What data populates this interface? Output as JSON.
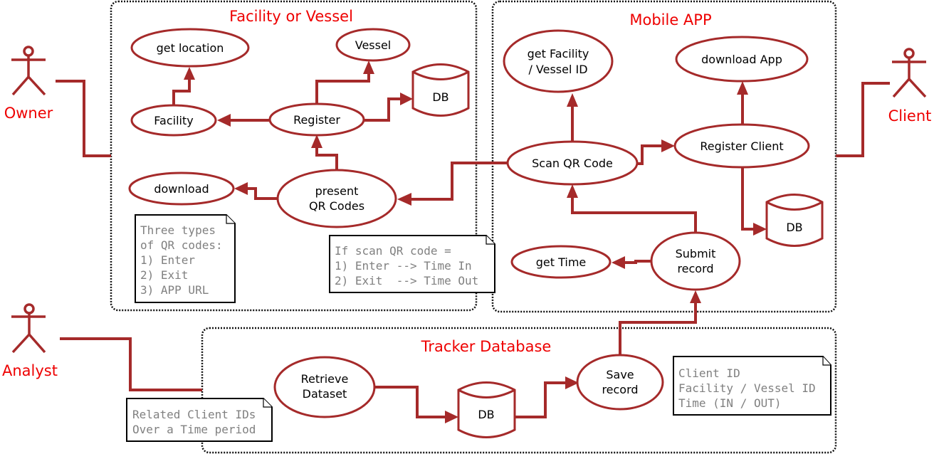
{
  "colors": {
    "node_stroke": "#a52a2a",
    "title": "#ee0000",
    "note_text": "#808080"
  },
  "frames": {
    "facility": {
      "title": "Facility or Vessel"
    },
    "mobile": {
      "title": "Mobile APP"
    },
    "tracker": {
      "title": "Tracker Database"
    }
  },
  "actors": {
    "owner": "Owner",
    "client": "Client",
    "analyst": "Analyst"
  },
  "nodes": {
    "get_location": "get location",
    "vessel": "Vessel",
    "db_facility": "DB",
    "facility": "Facility",
    "register": "Register",
    "download": "download",
    "present_qr": [
      "present",
      "QR Codes"
    ],
    "get_facility_id": [
      "get Facility",
      "/ Vessel ID"
    ],
    "download_app": "download App",
    "scan_qr": "Scan QR Code",
    "register_client": "Register Client",
    "db_mobile": "DB",
    "get_time": "get Time",
    "submit_record": [
      "Submit",
      "record"
    ],
    "retrieve_dataset": [
      "Retrieve",
      "Dataset"
    ],
    "db_tracker": "DB",
    "save_record": [
      "Save",
      "record"
    ]
  },
  "notes": {
    "qr_types": [
      "Three types",
      "of QR codes:",
      "1) Enter",
      "2) Exit",
      "3) APP URL"
    ],
    "scan_rules": [
      "If scan QR code =",
      "1) Enter --> Time In",
      "2) Exit  --> Time Out"
    ],
    "analyst_query": [
      "Related Client IDs",
      "Over a Time period"
    ],
    "record_fields": [
      "Client ID",
      "Facility / Vessel ID",
      "Time (IN / OUT)"
    ]
  }
}
